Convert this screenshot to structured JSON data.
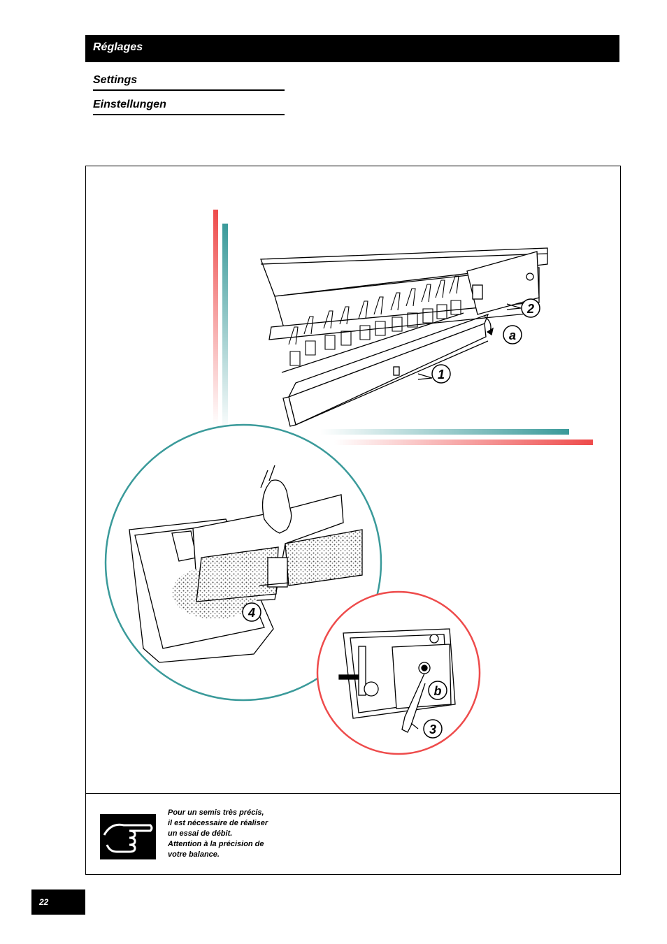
{
  "header": {
    "title": "Réglages"
  },
  "subtitles": {
    "en": "Settings",
    "de": "Einstellungen"
  },
  "callouts": {
    "one": "1",
    "two": "2",
    "three": "3",
    "four": "4",
    "a": "a",
    "b": "b"
  },
  "note": {
    "lines": [
      "Pour un semis très précis,",
      "il est nécessaire de réaliser",
      "un essai de débit.",
      "Attention à la précision de",
      "votre balance."
    ]
  },
  "page": {
    "number": "22"
  },
  "colors": {
    "red": "#ee4b4b",
    "teal": "#3a9a9a",
    "ink": "#000000"
  }
}
